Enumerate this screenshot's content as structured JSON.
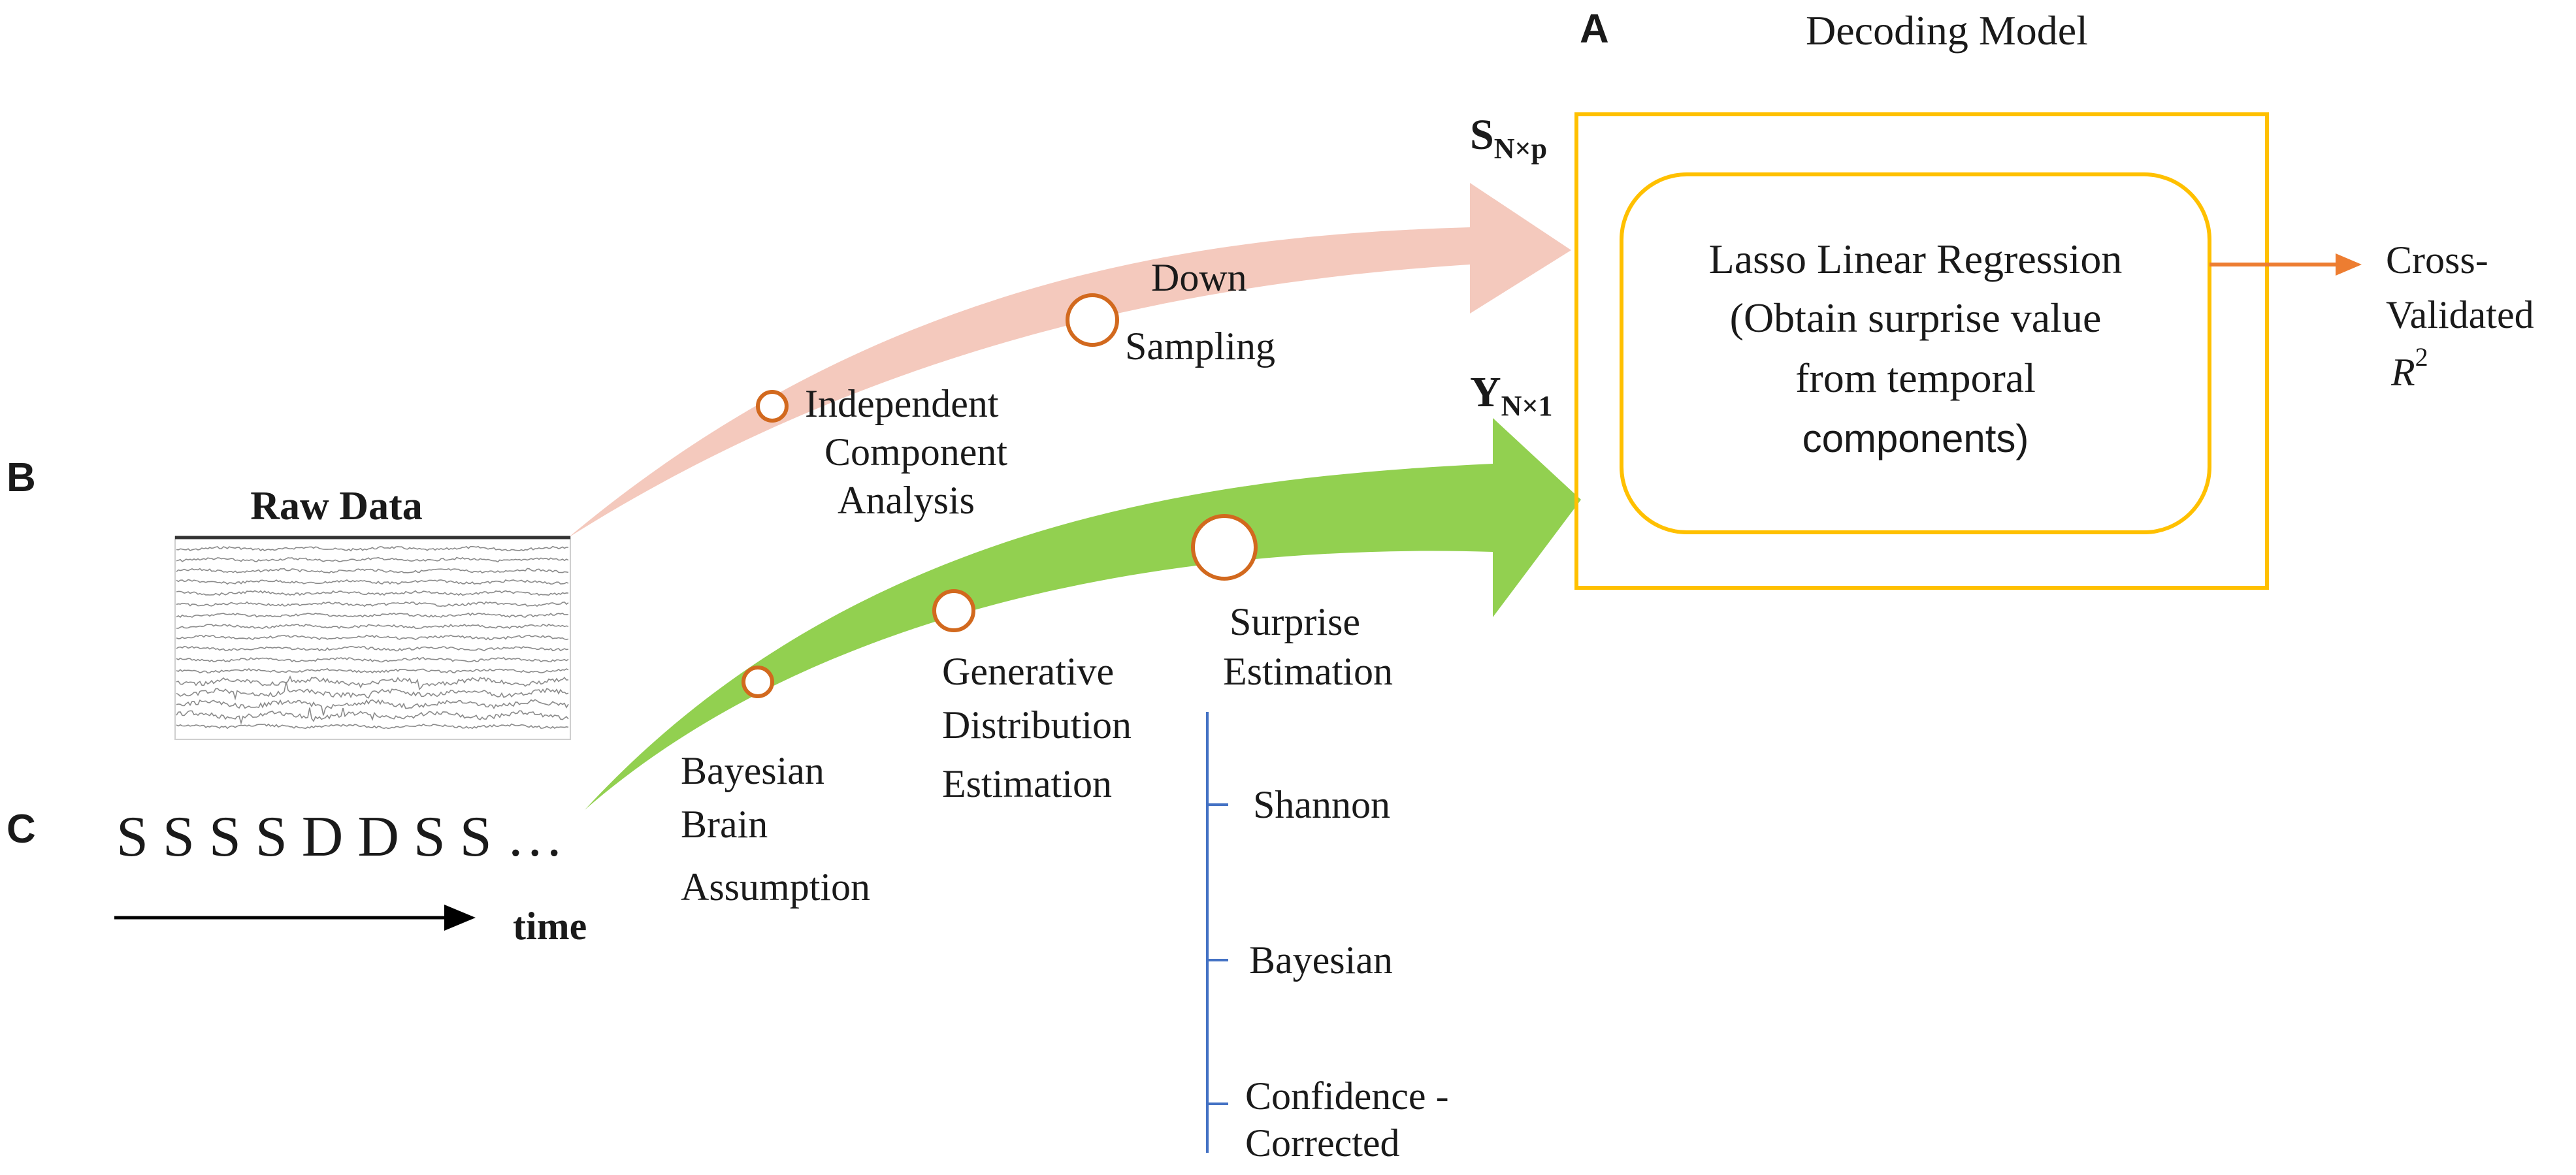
{
  "panel_letters": {
    "a": "A",
    "b": "B",
    "c": "C"
  },
  "decoding_model": {
    "title": "Decoding Model",
    "box_line1": "Lasso Linear Regression",
    "box_line2": "(Obtain surprise value",
    "box_line3": "from temporal",
    "box_line4": "components)"
  },
  "output": {
    "line1": "Cross-",
    "line2": "Validated",
    "r_symbol": "R",
    "r_exponent": "2"
  },
  "matrices": {
    "s_letter": "S",
    "s_sub": "N×p",
    "y_letter": "Y",
    "y_sub": "N×1"
  },
  "raw_data_label": "Raw Data",
  "eeg_branch": {
    "steps": [
      {
        "lines": [
          "Independent",
          "Component",
          "Analysis"
        ]
      },
      {
        "lines": [
          "Down",
          "Sampling"
        ]
      }
    ]
  },
  "stimulus_branch": {
    "sequence": "S S S S D D S S …",
    "time_label": "time",
    "steps": [
      {
        "lines": [
          "Bayesian",
          "Brain",
          "Assumption"
        ]
      },
      {
        "lines": [
          "Generative",
          "Distribution",
          "Estimation"
        ]
      },
      {
        "lines": [
          "Surprise",
          "Estimation"
        ]
      }
    ],
    "surprise_types": [
      "Shannon",
      "Bayesian",
      "Confidence -",
      "Corrected"
    ]
  },
  "colors": {
    "pink_arrow": "#F4C9BD",
    "green_arrow": "#92D050",
    "box_border": "#FFC000",
    "circle_stroke": "#D2691E",
    "output_arrow": "#ED7D31",
    "bracket": "#4472C4",
    "eeg_trace": "#8A8A8A",
    "text": "#1A1A1A"
  }
}
